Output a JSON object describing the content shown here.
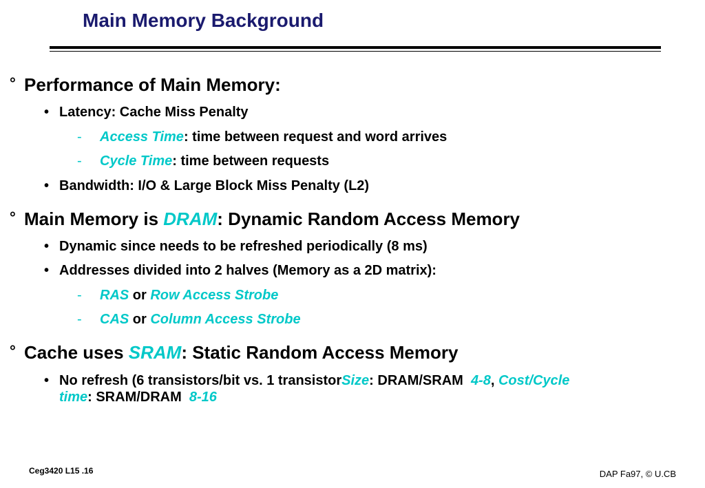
{
  "title": "Main Memory Background",
  "colors": {
    "title": "#1a1a6e",
    "highlight": "#00c8c8",
    "text": "#000000"
  },
  "bullets": {
    "level1": "°",
    "level2": "•",
    "level3": "-"
  },
  "sections": [
    {
      "heading": {
        "text": "Performance of Main Memory:"
      },
      "items": [
        {
          "text": "Latency: Cache Miss Penalty"
        },
        {
          "term": "Access Time",
          "rest": ": time between request and word arrives"
        },
        {
          "term": "Cycle Time",
          "rest": ": time between requests"
        },
        {
          "text": "Bandwidth: I/O & Large Block Miss Penalty (L2)"
        }
      ]
    },
    {
      "heading": {
        "pre": "Main Memory is ",
        "term": "DRAM",
        "rest": ": Dynamic Random Access Memory"
      },
      "items": [
        {
          "text": "Dynamic since needs to be refreshed periodically (8 ms)"
        },
        {
          "text": "Addresses divided into 2 halves (Memory as a 2D matrix):"
        },
        {
          "term": "RAS",
          "mid": " or ",
          "term2": "Row Access Strobe"
        },
        {
          "term": "CAS",
          "mid": " or ",
          "term2": "Column Access Strobe"
        }
      ]
    },
    {
      "heading": {
        "pre": "Cache uses ",
        "term": "SRAM",
        "rest": ": Static Random Access Memory"
      },
      "items": [
        {
          "a": "No refresh (6 transistors/bit vs. 1 transistor",
          "b": "Size",
          "c": ": DRAM/SRAM  ",
          "d": "4-8",
          "e": ", ",
          "f": "Cost/Cycle",
          "g": "time",
          "h": ": SRAM/DRAM  ",
          "i": "8-16"
        }
      ]
    }
  ],
  "footer": {
    "left": "Ceg3420 L15 .16",
    "right": "DAP Fa97, © U.CB"
  }
}
